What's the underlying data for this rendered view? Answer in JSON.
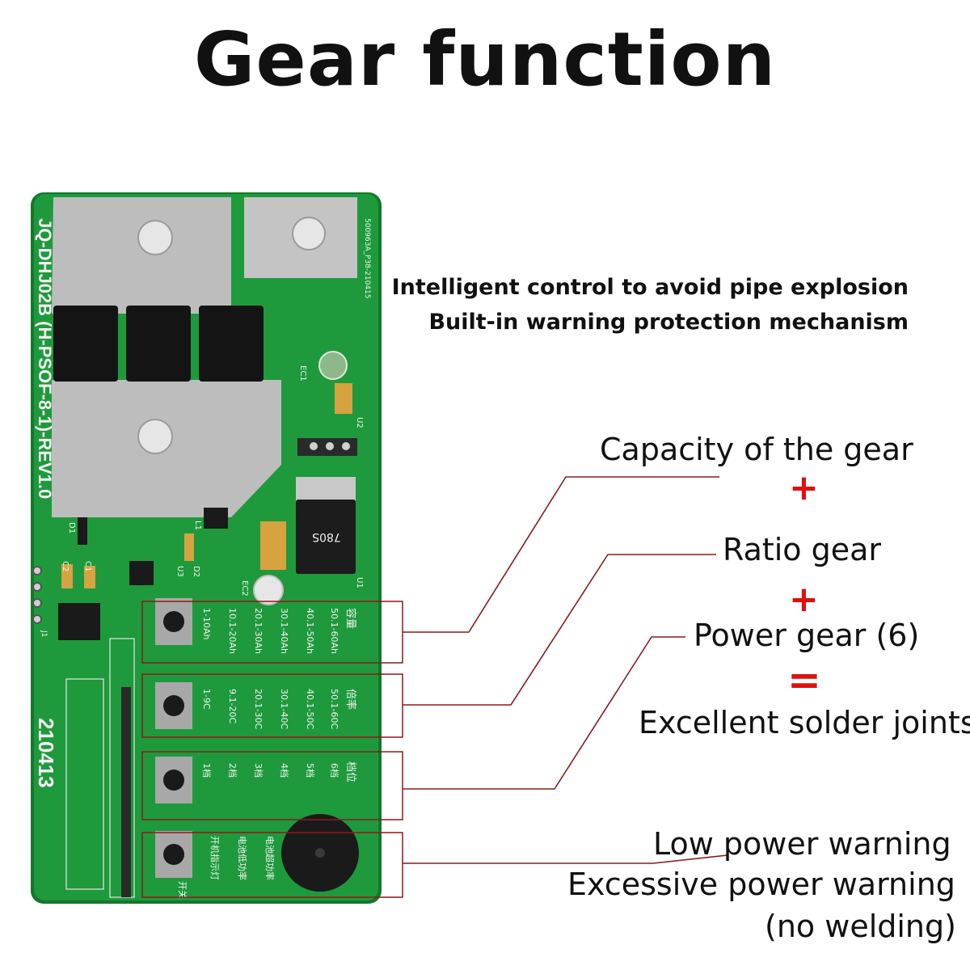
{
  "title": "Gear function",
  "taglines": [
    "Intelligent control to avoid pipe explosion",
    "Built-in warning protection mechanism"
  ],
  "labels": {
    "capacity": "Capacity of the gear",
    "ratio": "Ratio gear",
    "power": "Power gear (6)",
    "result": "Excellent solder joints",
    "low_power": "Low power warning",
    "excessive_power": "Excessive power warning",
    "no_welding": "(no welding)"
  },
  "operators": {
    "plus": "+",
    "equals": "="
  },
  "board": {
    "model": "JQ-DHJ02B (H-PSOF-8-1)-REV1.0",
    "date": "210413",
    "top_code": "500963A_P38-210415",
    "capacity_values": [
      "1-10Ah",
      "10.1-20Ah",
      "20.1-30Ah",
      "30.1-40Ah",
      "40.1-50Ah",
      "50.1-60Ah"
    ],
    "capacity_heading": "容量",
    "ratio_values": [
      "1-9C",
      "9.1-20C",
      "20.1-30C",
      "30.1-40C",
      "40.1-50C",
      "50.1-60C"
    ],
    "ratio_heading": "倍率",
    "power_values": [
      "1档",
      "2档",
      "3档",
      "4档",
      "5档",
      "6档"
    ],
    "power_heading": "档位",
    "warning_values": [
      "开机指示灯",
      "电池低功率",
      "电池超功率"
    ],
    "switch_label": "开关",
    "ec1": "EC1",
    "ec2": "EC2",
    "u1": "U1",
    "u2": "U2",
    "u3": "U3",
    "l1": "L1",
    "d1": "D1",
    "d2": "D2",
    "c1": "C1",
    "c2": "C2",
    "j1": "J1",
    "reg_text": "780S"
  },
  "colors": {
    "pcb": "#1e9a3c",
    "pcb_edge": "#14782c",
    "pad": "#bcbcbc",
    "silk": "#f2f2f2",
    "callout": "#8b1a1a",
    "operator": "#e01010"
  }
}
